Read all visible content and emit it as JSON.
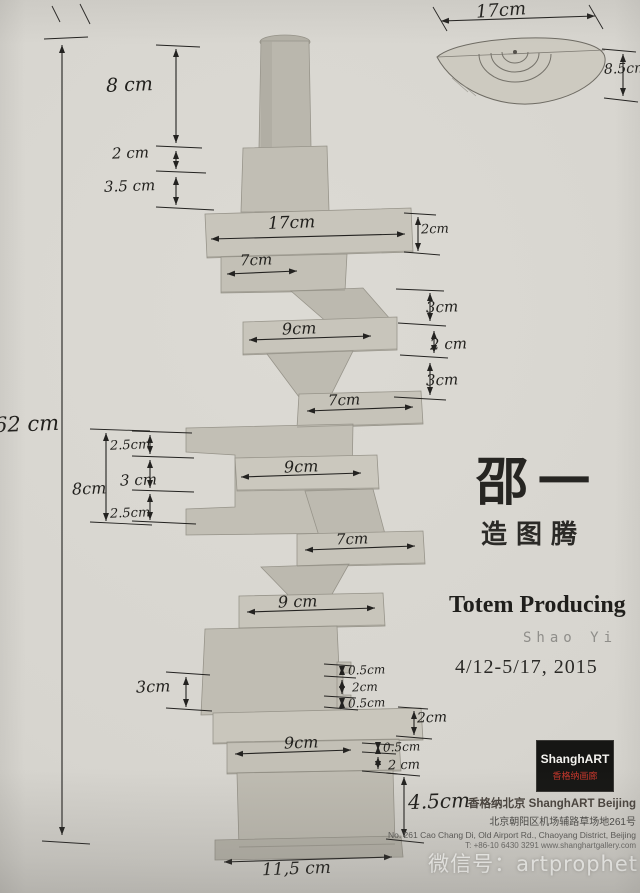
{
  "poster": {
    "artist_cn": "邵一",
    "title_cn": "造图腾",
    "title_en": "Totem Producing",
    "artist_en": "Shao Yi",
    "dates": "4/12-5/17, 2015"
  },
  "logo": {
    "name": "ShanghART",
    "name_cn": "香格纳画廊"
  },
  "gallery": {
    "line1": "香格纳北京 ShanghART Beijing",
    "line2": "北京朝阳区机场辅路草场地261号",
    "line3": "No. 261 Cao Chang Di, Old Airport Rd., Chaoyang District, Beijing",
    "line4": "T: +86-10 6430 3291  www.shanghartgallery.com"
  },
  "watermark": "微信号：artprophet",
  "section_view": {
    "width": "17cm",
    "depth": "8.5cm"
  },
  "dims": {
    "total": "62 cm",
    "top8": "8 cm",
    "top2": "2 cm",
    "top35": "3.5 cm",
    "slab17": "17cm",
    "r2a": "2cm",
    "slab7a": "7cm",
    "r3a": "3cm",
    "slab9a": "9cm",
    "r2b": "2 cm",
    "r3b": "3cm",
    "slab7b": "7cm",
    "l25a": "2.5cm",
    "l3": "3 cm",
    "l25b": "2.5cm",
    "l8": "8cm",
    "slab9b": "9cm",
    "slab7c": "7cm",
    "slab9c": "9 cm",
    "l3b": "3cm",
    "s05a": "0.5cm",
    "s2a": "2cm",
    "s05b": "0.5cm",
    "r2c": "2cm",
    "slab9d": "9cm",
    "s05c": "0.5cm",
    "s2b": "2 cm",
    "b45": "4.5cm",
    "base": "11,5 cm"
  }
}
